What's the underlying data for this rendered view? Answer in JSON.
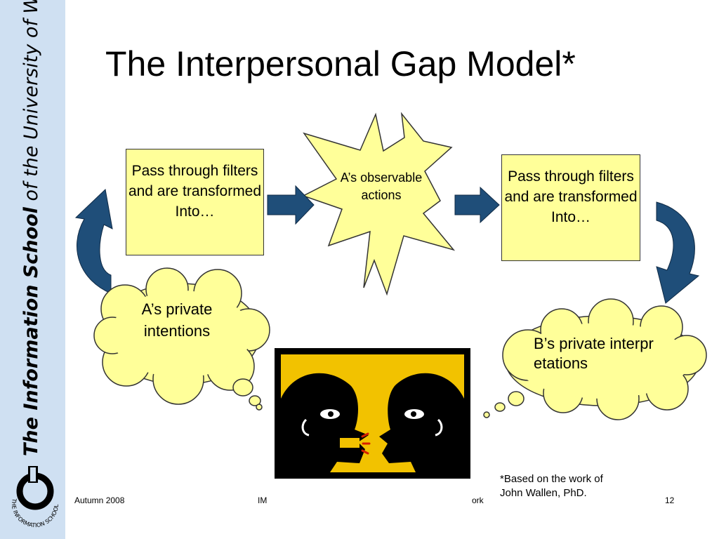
{
  "sidebar": {
    "text_bold": "The Information School",
    "text_rest": " of the University of Washington",
    "logo_ring_text": "THE INFORMATION SCHOOL"
  },
  "slide": {
    "title": "The Interpersonal Gap Model*",
    "box_left": "Pass through filters and are transformed Into…",
    "box_right": "Pass through filters and are transformed Into…",
    "burst": "A’s observable actions",
    "cloud_a": "A’s private intentions",
    "cloud_b": "B’s private interpretations",
    "footnote": "*Based on the work of\nJohn Wallen, PhD."
  },
  "footer": {
    "left": "Autumn 2008",
    "middle_fragment": "IM",
    "right_fragment": "ork",
    "page": "12"
  },
  "colors": {
    "sidebar": "#cfe0f2",
    "box_fill": "#ffff99",
    "arrow_fill": "#1f4e79",
    "picture_bg": "#f2c200"
  }
}
